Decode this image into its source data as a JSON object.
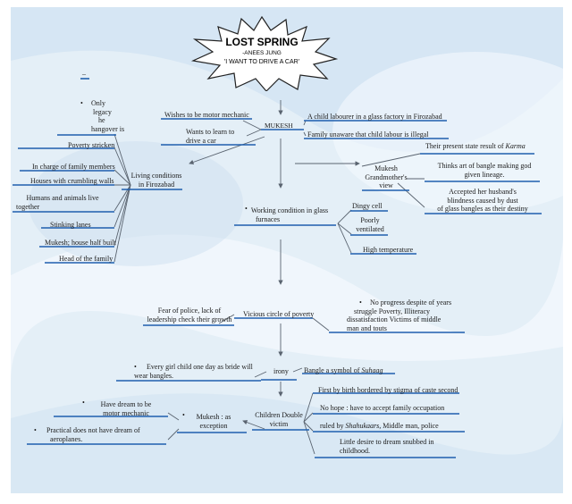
{
  "header": {
    "title": "LOST SPRING",
    "author": "-ANEES JUNG",
    "quote": "'I WANT TO DRIVE A CAR'"
  },
  "nodes": {
    "dash": "_",
    "legacy": [
      "Only",
      "legacy",
      "he",
      "hangover is"
    ],
    "poverty_stricken": "Poverty stricken",
    "in_charge": "In charge of family members",
    "houses": "Houses with crumbling walls",
    "humans_animals": [
      "Humans and animals live",
      "together"
    ],
    "stinking": "Stinking lanes",
    "house_half": "Mukesh; house half built",
    "head_family": "Head of the family",
    "living_conditions": [
      "Living conditions",
      "in Firozabad"
    ],
    "wishes": "Wishes to be motor mechanic",
    "wants": [
      "Wants to learn to",
      "drive a car"
    ],
    "mukesh": "MUKESH",
    "child_labourer": "A child labourer in a glass factory in Firozabad",
    "family_unaware": "Family unaware that child labour is illegal",
    "grandmother": [
      "Mukesh",
      "Grandmother's",
      "view"
    ],
    "present_state": "Their present state result of ",
    "karma": "Karma",
    "thinks_art": [
      "Thinks art of bangle making god",
      "given lineage."
    ],
    "accepted": [
      "Accepted her husband's",
      "blindness caused by dust",
      "of glass bangles as their destiny"
    ],
    "working_condition": [
      "Working condition in glass",
      "furnaces"
    ],
    "dingy_cell": "Dingy cell",
    "poorly": [
      "Poorly",
      "ventilated"
    ],
    "high_temp": "High temperature",
    "fear_police": [
      "Fear of police, lack of",
      "leadership check their growth"
    ],
    "vicious": "Vicious circle of poverty",
    "no_progress": [
      "No progress despite of years",
      "struggle Poverty, Illiteracy",
      "dissatisfaction Victims of middle",
      "man and touts"
    ],
    "every_girl": [
      "Every girl child one day as bride will",
      "wear bangles."
    ],
    "irony": "irony",
    "bangle_symbol": "Bangle a symbol of ",
    "suhaag": "Suhaag",
    "have_dream": [
      "Have dream to be",
      "motor mechanic"
    ],
    "mukesh_exception": [
      "Mukesh : as",
      "exception"
    ],
    "children_double": [
      "Children Double",
      "victim"
    ],
    "first_birth": "First by birth bordered by stigma of caste second",
    "no_hope": "No hope : have to accept family occupation",
    "ruled_by": "ruled by ",
    "shahukaars": "Shahukaars,",
    "ruled_rest": " Middle man, police",
    "practical": [
      "Practical does not have dream of",
      "aeroplanes."
    ],
    "little_desire": [
      "Little desire to dream snubbed in",
      "childhood."
    ]
  },
  "bullet": "•",
  "colors": {
    "underline": "#1f5fae",
    "arrow": "#5a6470",
    "bg_light": "#e6f1f8",
    "bg_mid": "#cfe2f1"
  }
}
